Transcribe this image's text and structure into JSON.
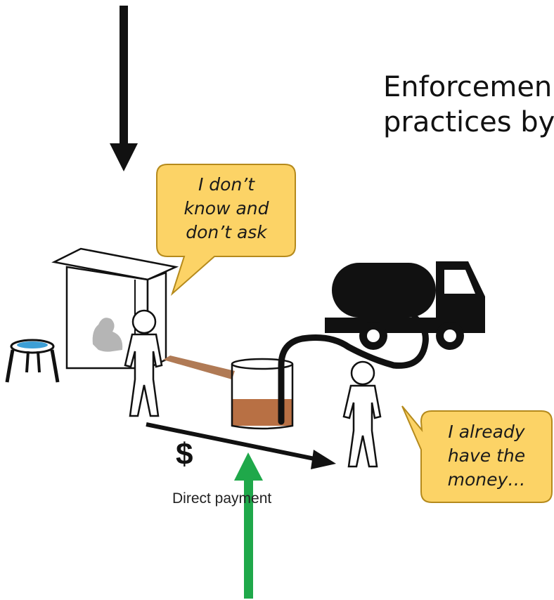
{
  "heading": {
    "line1": "Enforcemen",
    "line2": "practices by"
  },
  "bubbles": {
    "operator": {
      "lines": [
        "I don’t",
        "know and",
        "don’t ask"
      ]
    },
    "driver": {
      "lines": [
        "I already",
        "have the",
        "money…"
      ]
    }
  },
  "payment": {
    "symbol": "$",
    "label": "Direct payment"
  },
  "colors": {
    "bubble_fill": "#fcd366",
    "bubble_stroke": "#b58a1c",
    "arrow_black": "#111111",
    "arrow_green": "#1fa84a",
    "sludge": "#b87044",
    "pipe": "#b07a55",
    "basin": "#3d9fd6"
  }
}
